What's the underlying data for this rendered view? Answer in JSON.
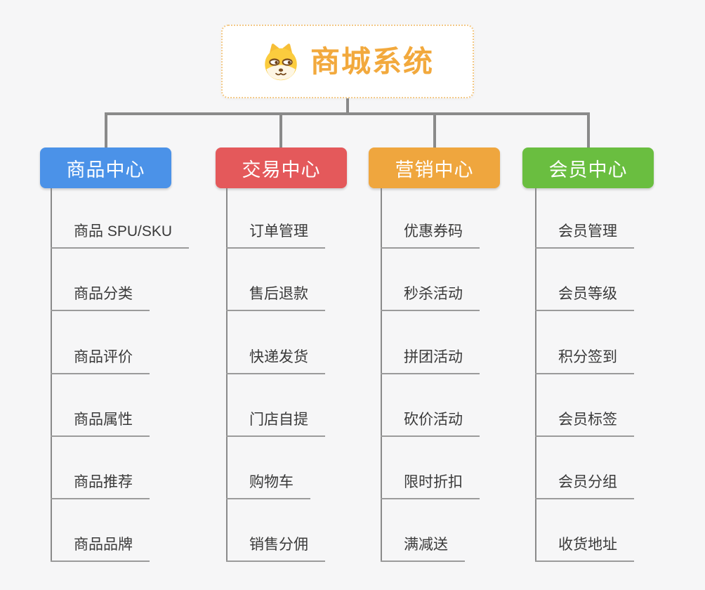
{
  "page": {
    "background_color": "#f6f6f7"
  },
  "root": {
    "title": "商城系统",
    "title_color": "#F2A93D",
    "border_color": "#F3C987",
    "icon": "dog-mascot-icon"
  },
  "connectors": {
    "color": "#8A8A8A",
    "child_underline_color": "#9B9B9B"
  },
  "branches": [
    {
      "label": "商品中心",
      "color": "#4B92E8",
      "children": [
        "商品 SPU/SKU",
        "商品分类",
        "商品评价",
        "商品属性",
        "商品推荐",
        "商品品牌"
      ]
    },
    {
      "label": "交易中心",
      "color": "#E4595B",
      "children": [
        "订单管理",
        "售后退款",
        "快递发货",
        "门店自提",
        "购物车",
        "销售分佣"
      ]
    },
    {
      "label": "营销中心",
      "color": "#EFA63E",
      "children": [
        "优惠券码",
        "秒杀活动",
        "拼团活动",
        "砍价活动",
        "限时折扣",
        "满减送"
      ]
    },
    {
      "label": "会员中心",
      "color": "#6ABE40",
      "children": [
        "会员管理",
        "会员等级",
        "积分签到",
        "会员标签",
        "会员分组",
        "收货地址"
      ]
    }
  ]
}
